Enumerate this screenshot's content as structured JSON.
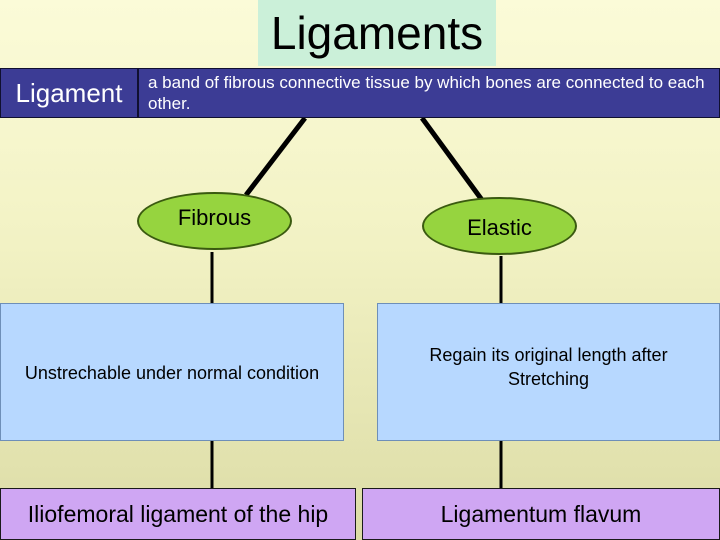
{
  "title": "Ligaments",
  "definition": {
    "label": "Ligament",
    "text": "a band of fibrous connective tissue by which bones are connected to each other."
  },
  "branches": [
    {
      "type": "Fibrous",
      "description": "Unstrechable under normal condition",
      "example": "Iliofemoral ligament of the hip"
    },
    {
      "type": "Elastic",
      "description": "Regain its original length after Stretching",
      "example": "Ligamentum flavum"
    }
  ]
}
